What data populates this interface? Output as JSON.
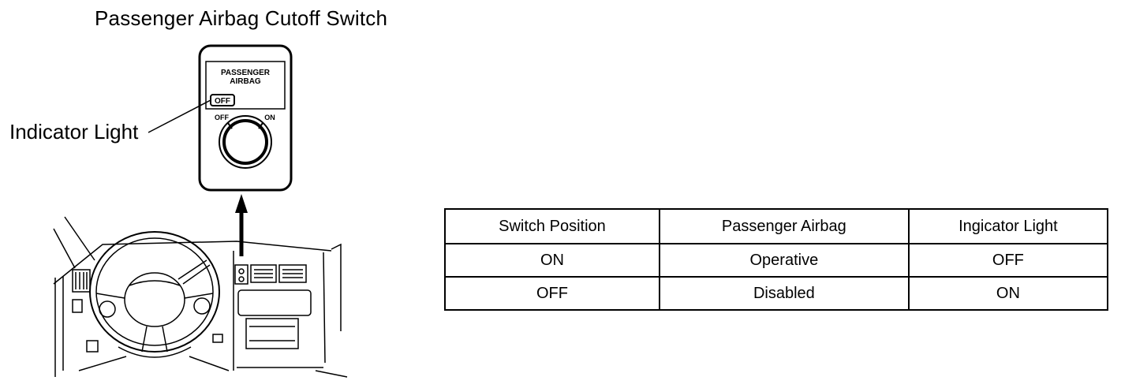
{
  "title": "Passenger Airbag Cutoff Switch",
  "callout": {
    "indicator_label": "Indicator Light"
  },
  "switch_panel": {
    "label_line1": "PASSENGER",
    "label_line2": "AIRBAG",
    "indicator_text": "OFF",
    "position_off": "OFF",
    "position_on": "ON"
  },
  "table": {
    "headers": [
      "Switch Position",
      "Passenger Airbag",
      "Ingicator Light"
    ],
    "rows": [
      [
        "ON",
        "Operative",
        "OFF"
      ],
      [
        "OFF",
        "Disabled",
        "ON"
      ]
    ]
  }
}
